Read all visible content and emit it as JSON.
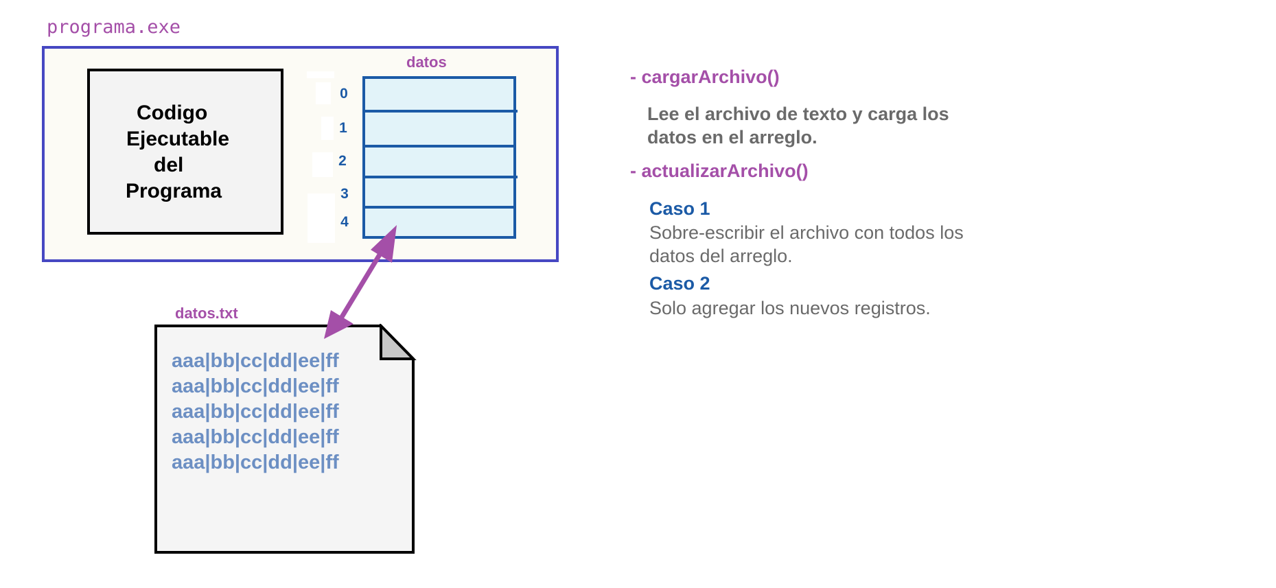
{
  "program": {
    "title": "programa.exe",
    "code_lines": [
      "Codigo",
      "Ejecutable",
      "del",
      "Programa"
    ]
  },
  "array": {
    "label": "datos",
    "indices": [
      "0",
      "1",
      "2",
      "3",
      "4"
    ]
  },
  "file": {
    "label": "datos.txt",
    "lines": [
      "aaa|bb|cc|dd|ee|ff",
      "aaa|bb|cc|dd|ee|ff",
      "aaa|bb|cc|dd|ee|ff",
      "aaa|bb|cc|dd|ee|ff",
      "aaa|bb|cc|dd|ee|ff"
    ]
  },
  "methods": {
    "load": {
      "heading": "- cargarArchivo()",
      "description": [
        "Lee el archivo de texto y carga los",
        "datos en el arreglo."
      ]
    },
    "update": {
      "heading": "- actualizarArchivo()",
      "case1": {
        "title": "Caso 1",
        "text": [
          "Sobre-escribir el archivo con todos los",
          "datos del arreglo."
        ]
      },
      "case2": {
        "title": "Caso 2",
        "text": [
          "Solo agregar los nuevos registros."
        ]
      }
    }
  },
  "colors": {
    "accent_purple": "#a44fa8",
    "window_border": "#4648c2",
    "array_blue": "#1b5aa6",
    "file_text": "#6c8fc3",
    "gray_text": "#6a6a6a"
  }
}
